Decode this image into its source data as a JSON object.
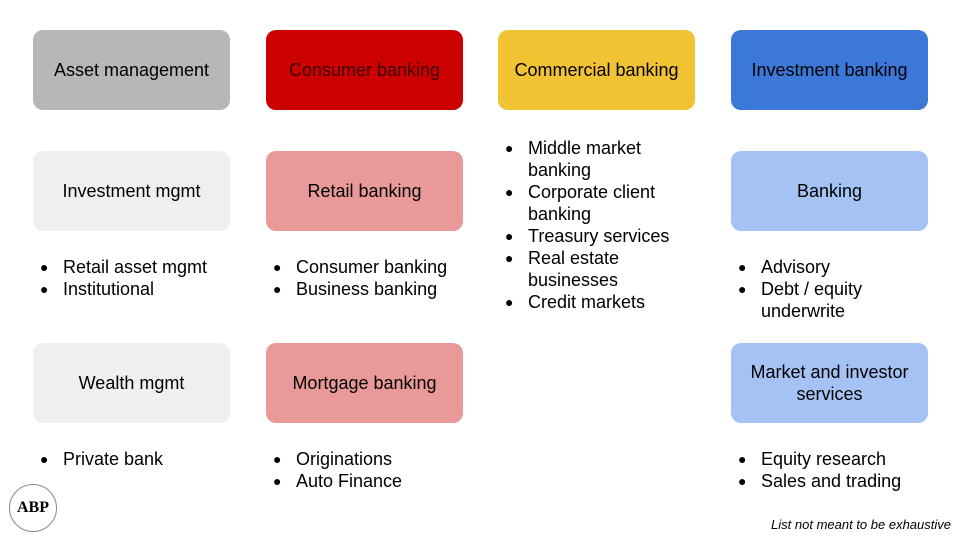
{
  "colors": {
    "asset": "#b7b7b7",
    "consumer": "#cc0000",
    "commercial": "#f1c232",
    "investment": "#3c78d8",
    "light_gray": "#efefef",
    "light_red": "#ea9999",
    "light_blue": "#a4c2f4"
  },
  "headers": [
    "Asset management",
    "Consumer banking",
    "Commercial banking",
    "Investment banking"
  ],
  "asset": {
    "sub1": {
      "title": "Investment mgmt",
      "items": [
        "Retail asset mgmt",
        "Institutional"
      ]
    },
    "sub2": {
      "title": "Wealth mgmt",
      "items": [
        "Private bank"
      ]
    }
  },
  "consumer": {
    "sub1": {
      "title": "Retail banking",
      "items": [
        "Consumer banking",
        "Business banking"
      ]
    },
    "sub2": {
      "title": "Mortgage banking",
      "items": [
        "Originations",
        "Auto Finance"
      ]
    }
  },
  "commercial": {
    "items": [
      "Middle market banking",
      "Corporate client banking",
      "Treasury services",
      "Real estate businesses",
      "Credit markets"
    ]
  },
  "investment": {
    "sub1": {
      "title": "Banking",
      "items": [
        "Advisory",
        "Debt / equity underwrite"
      ]
    },
    "sub2": {
      "title": "Market and investor services",
      "items": [
        "Equity research",
        "Sales and trading"
      ]
    }
  },
  "logo": "ABP",
  "note": "List not meant to be exhaustive"
}
